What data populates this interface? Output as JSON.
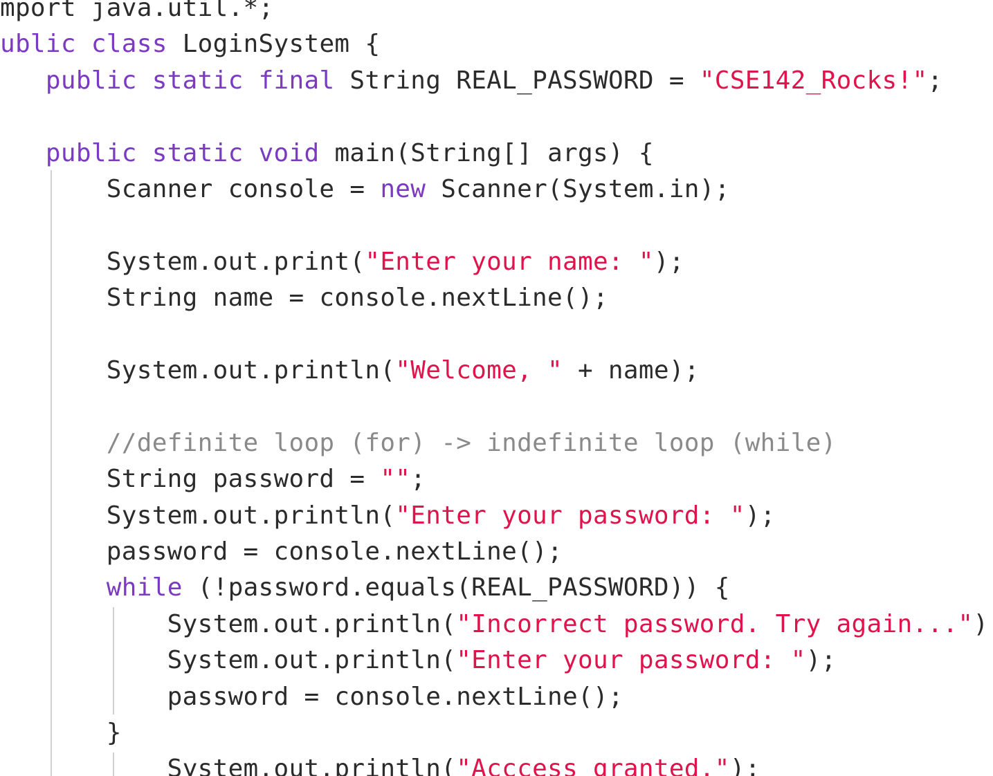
{
  "editor": {
    "lines": [
      [
        [
          "plain",
          "import java.util.*;"
        ]
      ],
      [
        [
          "kw",
          "public"
        ],
        [
          "plain",
          " "
        ],
        [
          "kw",
          "class"
        ],
        [
          "plain",
          " LoginSystem {"
        ]
      ],
      [
        [
          "plain",
          "    "
        ],
        [
          "kw",
          "public"
        ],
        [
          "plain",
          " "
        ],
        [
          "kw",
          "static"
        ],
        [
          "plain",
          " "
        ],
        [
          "kw",
          "final"
        ],
        [
          "plain",
          " String REAL_PASSWORD = "
        ],
        [
          "str",
          "\"CSE142_Rocks!\""
        ],
        [
          "plain",
          ";"
        ]
      ],
      [],
      [
        [
          "plain",
          "    "
        ],
        [
          "kw",
          "public"
        ],
        [
          "plain",
          " "
        ],
        [
          "kw",
          "static"
        ],
        [
          "plain",
          " "
        ],
        [
          "kw",
          "void"
        ],
        [
          "plain",
          " main(String[] args) {"
        ]
      ],
      [
        [
          "plain",
          "        Scanner console = "
        ],
        [
          "kw",
          "new"
        ],
        [
          "plain",
          " Scanner(System.in);"
        ]
      ],
      [],
      [
        [
          "plain",
          "        System.out.print("
        ],
        [
          "str",
          "\"Enter your name: \""
        ],
        [
          "plain",
          ");"
        ]
      ],
      [
        [
          "plain",
          "        String name = console.nextLine();"
        ]
      ],
      [],
      [
        [
          "plain",
          "        System.out.println("
        ],
        [
          "str",
          "\"Welcome, \""
        ],
        [
          "plain",
          " + name);"
        ]
      ],
      [],
      [
        [
          "plain",
          "        "
        ],
        [
          "com",
          "//definite loop (for) -> indefinite loop (while)"
        ]
      ],
      [
        [
          "plain",
          "        String password = "
        ],
        [
          "str",
          "\"\""
        ],
        [
          "plain",
          ";"
        ]
      ],
      [
        [
          "plain",
          "        System.out.println("
        ],
        [
          "str",
          "\"Enter your password: \""
        ],
        [
          "plain",
          ");"
        ]
      ],
      [
        [
          "plain",
          "        password = console.nextLine();"
        ]
      ],
      [
        [
          "plain",
          "        "
        ],
        [
          "kw",
          "while"
        ],
        [
          "plain",
          " (!password.equals(REAL_PASSWORD)) {"
        ]
      ],
      [
        [
          "plain",
          "            System.out.println("
        ],
        [
          "str",
          "\"Incorrect password. Try again...\""
        ],
        [
          "plain",
          ");"
        ]
      ],
      [
        [
          "plain",
          "            System.out.println("
        ],
        [
          "str",
          "\"Enter your password: \""
        ],
        [
          "plain",
          ");"
        ]
      ],
      [
        [
          "plain",
          "            password = console.nextLine();"
        ]
      ],
      [
        [
          "plain",
          "        }"
        ]
      ],
      [
        [
          "plain",
          "            System.out.println("
        ],
        [
          "str",
          "\"Acccess granted.\""
        ],
        [
          "plain",
          ");"
        ]
      ]
    ]
  }
}
